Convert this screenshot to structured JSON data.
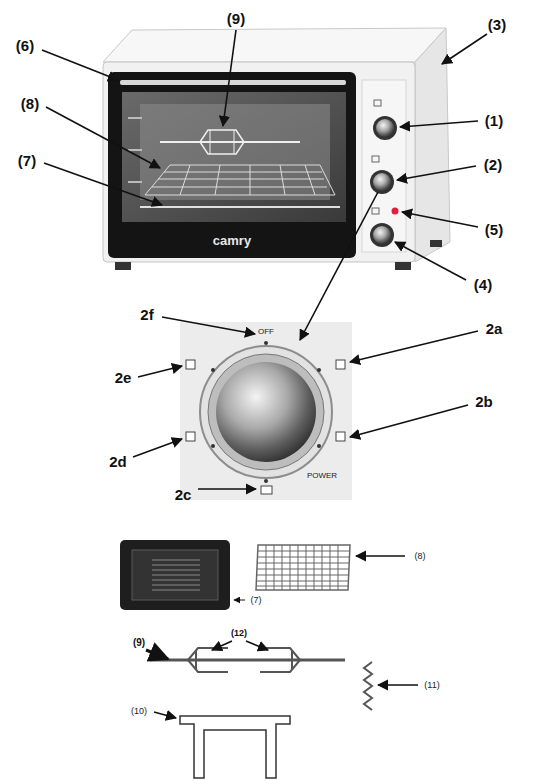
{
  "diagram": {
    "labels": [
      "(9)",
      "(3)",
      "(6)",
      "(8)",
      "(1)",
      "(7)",
      "(2)",
      "(5)",
      "(4)",
      "camry",
      "2f",
      "2a",
      "OFF",
      "2e",
      "2b",
      "2d",
      "POWER",
      "2c",
      "(8)",
      "(7)",
      "(12)",
      "(9)",
      "(11)",
      "(10)"
    ]
  }
}
